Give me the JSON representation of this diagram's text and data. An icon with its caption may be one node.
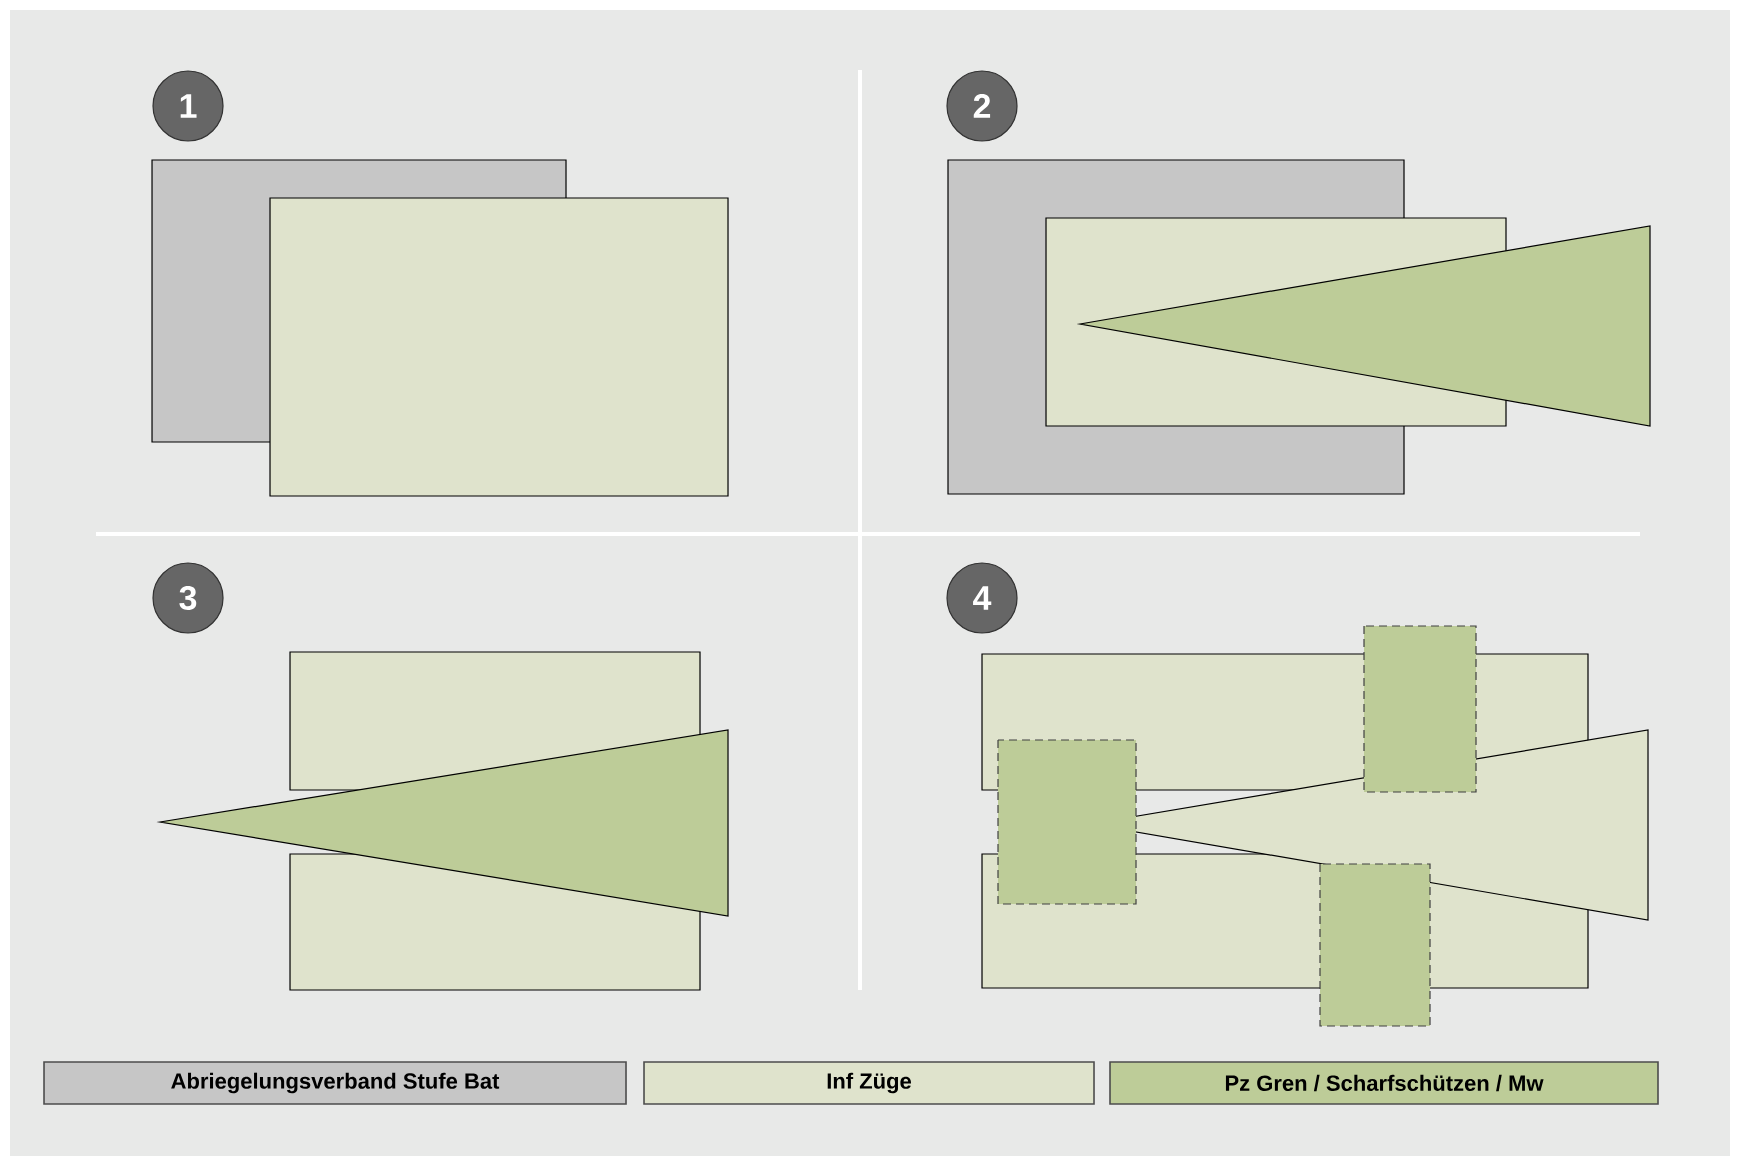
{
  "diagram": {
    "labels": [
      "1",
      "2",
      "3",
      "4"
    ],
    "legend": [
      {
        "text": "Abriegelungsverband Stufe Bat",
        "color": "#c6c6c6"
      },
      {
        "text": "Inf Züge",
        "color": "#dfe3cc"
      },
      {
        "text": "Pz Gren / Scharfschützen / Mw",
        "color": "#bdcc98"
      }
    ]
  }
}
